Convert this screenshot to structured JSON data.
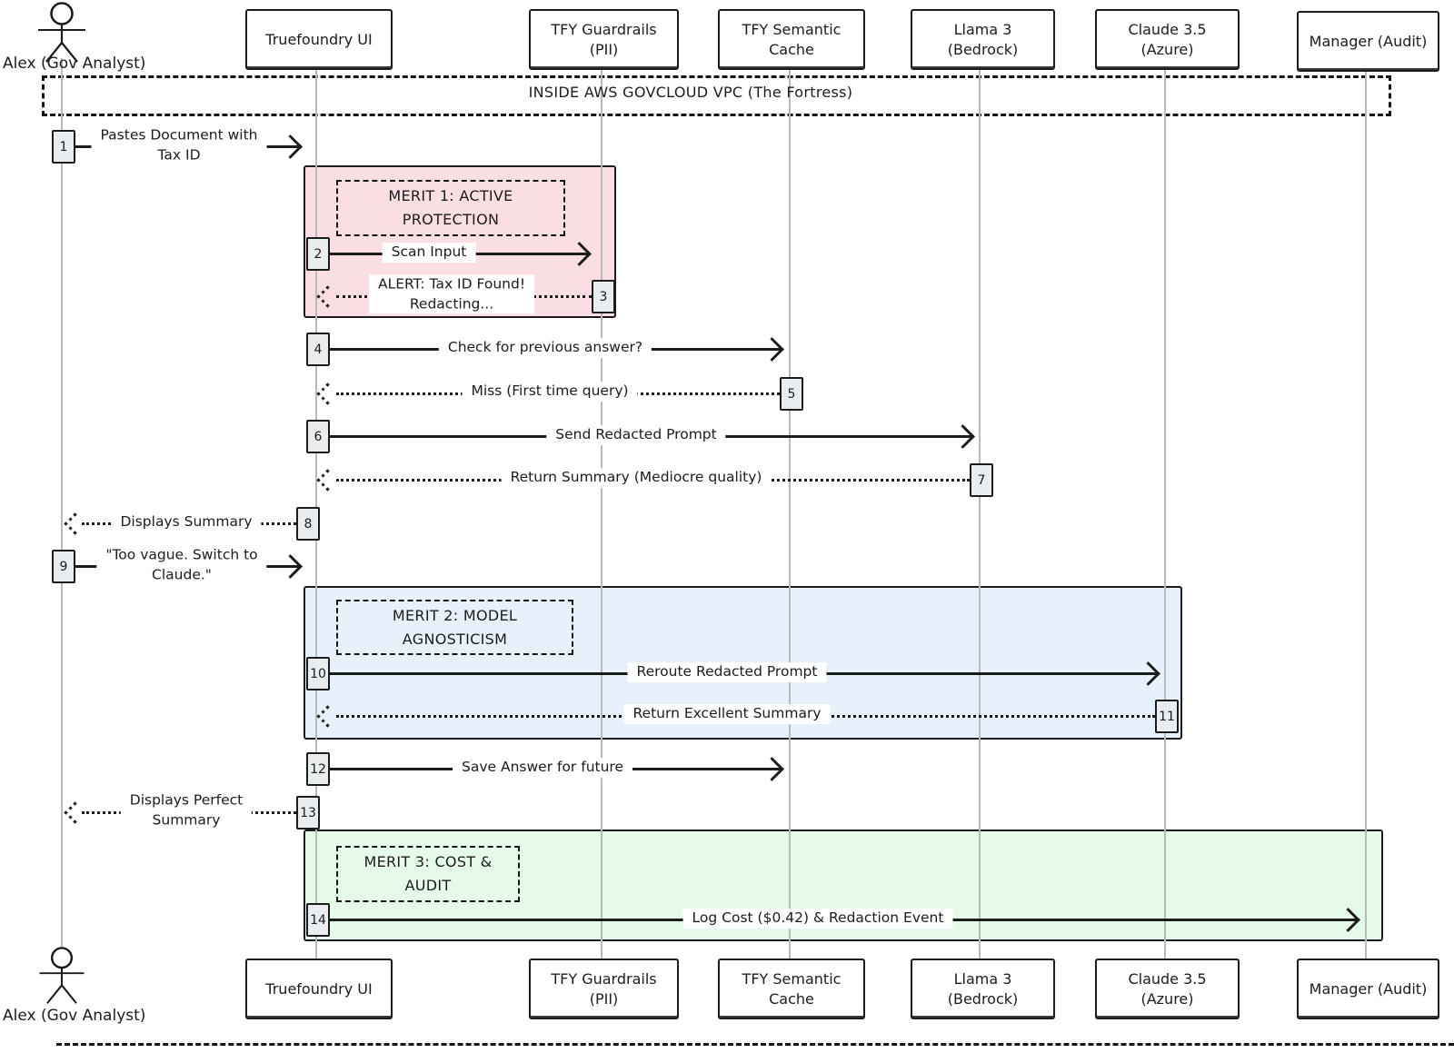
{
  "diagram": {
    "title_context": "Sequence diagram",
    "vpc_label": "INSIDE AWS GOVCLOUD VPC (The Fortress)",
    "actor_label": "Alex (Gov Analyst)",
    "participants": [
      {
        "id": "ui",
        "label": "Truefoundry UI"
      },
      {
        "id": "guardrails",
        "label": "TFY Guardrails\n(PII)"
      },
      {
        "id": "cache",
        "label": "TFY Semantic\nCache"
      },
      {
        "id": "llama",
        "label": "Llama 3\n(Bedrock)"
      },
      {
        "id": "claude",
        "label": "Claude 3.5\n(Azure)"
      },
      {
        "id": "manager",
        "label": "Manager (Audit)"
      }
    ],
    "regions": [
      {
        "id": "merit1",
        "title": "MERIT 1: ACTIVE\nPROTECTION"
      },
      {
        "id": "merit2",
        "title": "MERIT 2: MODEL\nAGNOSTICISM"
      },
      {
        "id": "merit3",
        "title": "MERIT 3: COST &\nAUDIT"
      }
    ],
    "messages": [
      {
        "num": "1",
        "label": "Pastes Document with\nTax ID",
        "style": "solid",
        "from": "Alex (Gov Analyst)",
        "to": "Truefoundry UI"
      },
      {
        "num": "2",
        "label": "Scan Input",
        "style": "solid",
        "from": "Truefoundry UI",
        "to": "TFY Guardrails (PII)"
      },
      {
        "num": "3",
        "label": "ALERT: Tax ID Found!\nRedacting...",
        "style": "dotted",
        "from": "TFY Guardrails (PII)",
        "to": "Truefoundry UI"
      },
      {
        "num": "4",
        "label": "Check for previous answer?",
        "style": "solid",
        "from": "Truefoundry UI",
        "to": "TFY Semantic Cache"
      },
      {
        "num": "5",
        "label": "Miss (First time query)",
        "style": "dotted",
        "from": "TFY Semantic Cache",
        "to": "Truefoundry UI"
      },
      {
        "num": "6",
        "label": "Send Redacted Prompt",
        "style": "solid",
        "from": "Truefoundry UI",
        "to": "Llama 3 (Bedrock)"
      },
      {
        "num": "7",
        "label": "Return Summary (Mediocre quality)",
        "style": "dotted",
        "from": "Llama 3 (Bedrock)",
        "to": "Truefoundry UI"
      },
      {
        "num": "8",
        "label": "Displays Summary",
        "style": "dotted",
        "from": "Truefoundry UI",
        "to": "Alex (Gov Analyst)"
      },
      {
        "num": "9",
        "label": "\"Too vague. Switch to\nClaude.\"",
        "style": "solid",
        "from": "Alex (Gov Analyst)",
        "to": "Truefoundry UI"
      },
      {
        "num": "10",
        "label": "Reroute Redacted Prompt",
        "style": "solid",
        "from": "Truefoundry UI",
        "to": "Claude 3.5 (Azure)"
      },
      {
        "num": "11",
        "label": "Return Excellent Summary",
        "style": "dotted",
        "from": "Claude 3.5 (Azure)",
        "to": "Truefoundry UI"
      },
      {
        "num": "12",
        "label": "Save Answer for future",
        "style": "solid",
        "from": "Truefoundry UI",
        "to": "TFY Semantic Cache"
      },
      {
        "num": "13",
        "label": "Displays Perfect\nSummary",
        "style": "dotted",
        "from": "Truefoundry UI",
        "to": "Alex (Gov Analyst)"
      },
      {
        "num": "14",
        "label": "Log Cost ($0.42) & Redaction Event",
        "style": "solid",
        "from": "Truefoundry UI",
        "to": "Manager (Audit)"
      }
    ],
    "colors": {
      "pink": "#fbdee3",
      "blue": "#e6f1fb",
      "green": "#e6faea",
      "ink": "#1c1c1c",
      "lifeline": "#b9b9b9",
      "badge_bg": "#e9edf0"
    }
  }
}
